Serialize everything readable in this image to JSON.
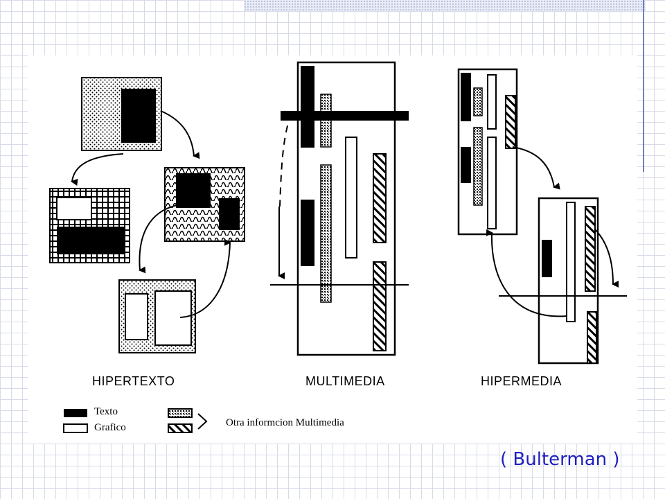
{
  "captions": {
    "hipertexto": "HIPERTEXTO",
    "multimedia": "MULTIMEDIA",
    "hipermedia": "HIPERMEDIA"
  },
  "legend": {
    "text_label": "Texto",
    "graphic_label": "Grafico",
    "other_label": "Otra informcion Multimedia"
  },
  "credit": "( Bulterman )",
  "colors": {
    "ink": "#000000",
    "credit": "#1f1fc0",
    "accent_rule": "#6f7fc0"
  }
}
